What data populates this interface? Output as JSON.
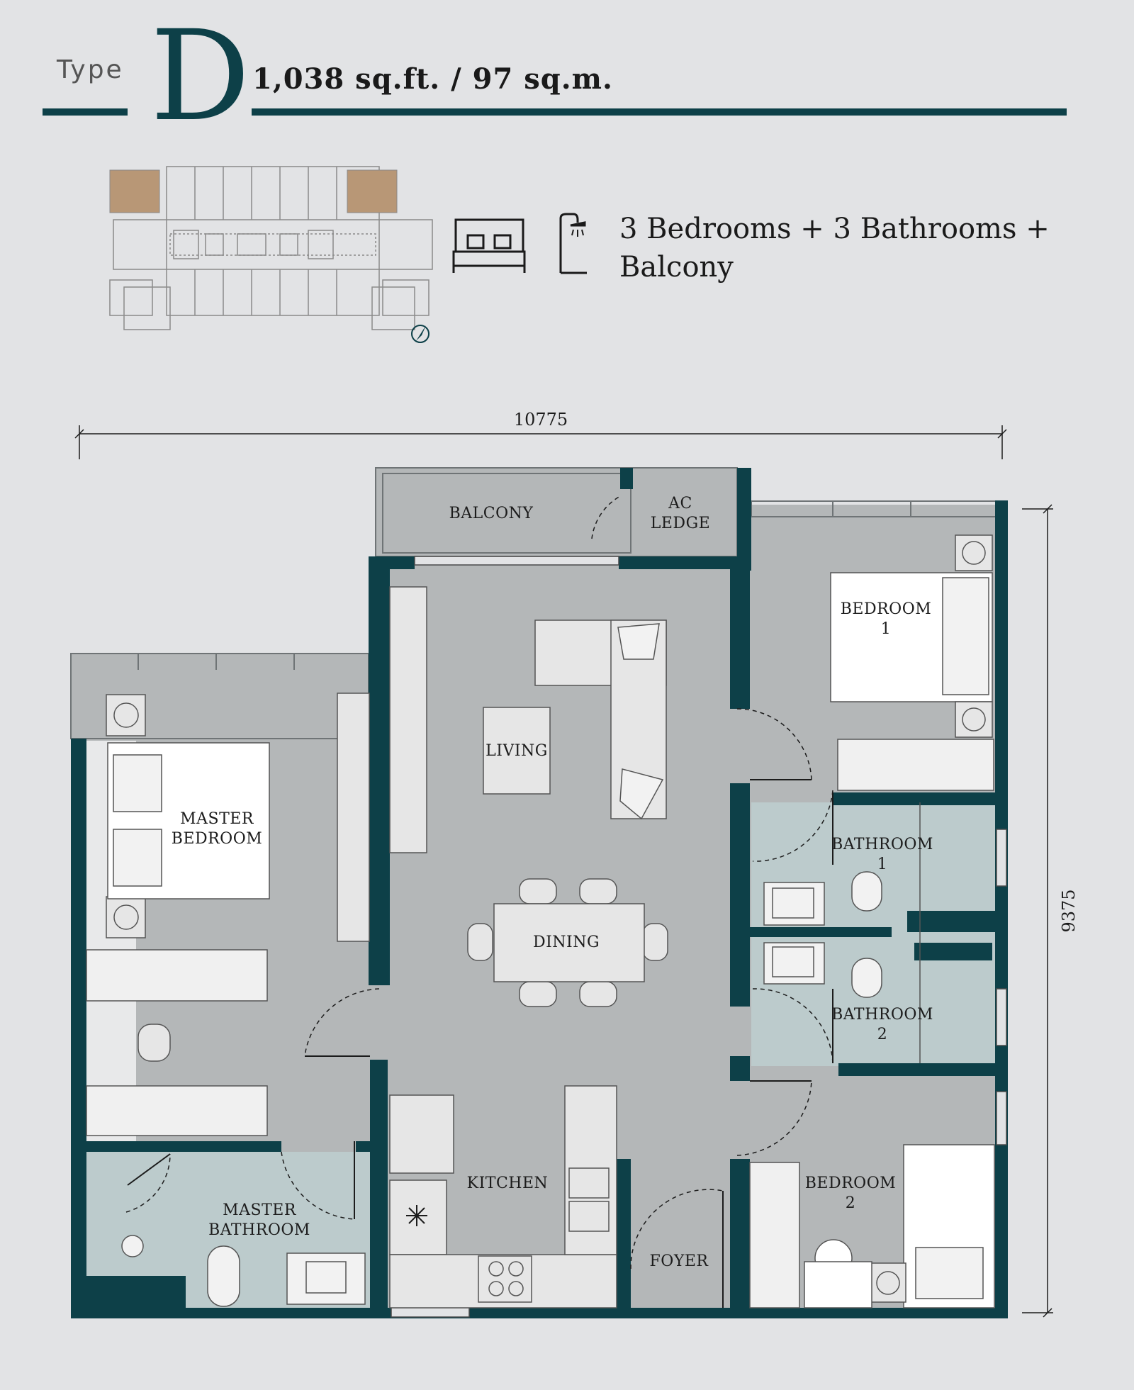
{
  "header": {
    "type_label": "Type",
    "type_letter": "D",
    "area": "1,038 sq.ft. / 97 sq.m."
  },
  "features": {
    "line1": "3 Bedrooms + 3 Bathrooms +",
    "line2": "Balcony",
    "icons": [
      "bed-icon",
      "shower-icon"
    ]
  },
  "plan": {
    "width_dimension": "10775",
    "depth_dimension": "9375",
    "rooms": {
      "balcony": "BALCONY",
      "ac_ledge_1": "AC",
      "ac_ledge_2": "LEDGE",
      "bedroom1_1": "BEDROOM",
      "bedroom1_2": "1",
      "living": "LIVING",
      "master_bedroom_1": "MASTER",
      "master_bedroom_2": "BEDROOM",
      "bathroom1_1": "BATHROOM",
      "bathroom1_2": "1",
      "dining": "DINING",
      "bathroom2_1": "BATHROOM",
      "bathroom2_2": "2",
      "kitchen": "KITCHEN",
      "bedroom2_1": "BEDROOM",
      "bedroom2_2": "2",
      "master_bathroom_1": "MASTER",
      "master_bathroom_2": "BATHROOM",
      "foyer": "FOYER"
    }
  },
  "colors": {
    "wall": "#0d4048",
    "floor": "#b4b7b8",
    "wet_area": "#bccbcc",
    "highlight_unit": "#b89776",
    "background": "#e2e3e5"
  }
}
